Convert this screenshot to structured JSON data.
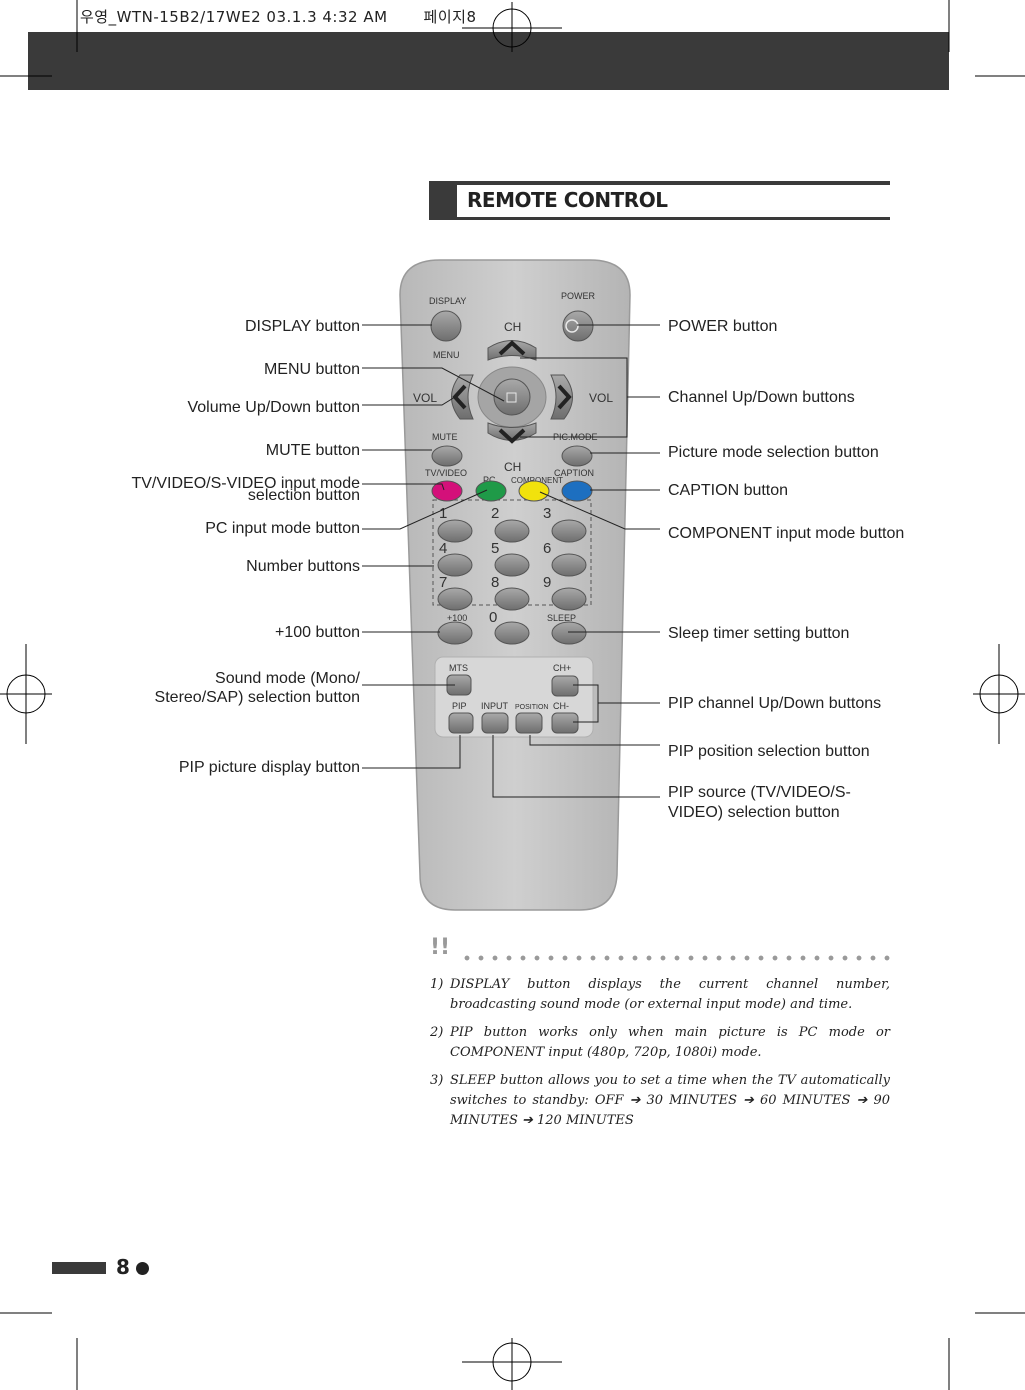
{
  "print_header": {
    "filename": "우영_WTN-15B2/17WE2 03.1.3 4:32 AM",
    "page": "페이지8"
  },
  "section": {
    "title": "REMOTE CONTROL"
  },
  "left_labels": [
    {
      "id": "display",
      "text": "DISPLAY button"
    },
    {
      "id": "menu",
      "text": "MENU button"
    },
    {
      "id": "volume",
      "text": "Volume Up/Down button"
    },
    {
      "id": "mute",
      "text": "MUTE button"
    },
    {
      "id": "tvvideo_1",
      "text": "TV/VIDEO/S-VIDEO input mode"
    },
    {
      "id": "tvvideo_2",
      "text": "selection button"
    },
    {
      "id": "pc",
      "text": "PC input mode button"
    },
    {
      "id": "number",
      "text": "Number buttons"
    },
    {
      "id": "plus100",
      "text": "+100 button"
    },
    {
      "id": "sound_1",
      "text": "Sound mode (Mono/"
    },
    {
      "id": "sound_2",
      "text": "Stereo/SAP) selection button"
    },
    {
      "id": "pip_display",
      "text": "PIP picture display button"
    }
  ],
  "right_labels": [
    {
      "id": "power",
      "text": "POWER button"
    },
    {
      "id": "channel",
      "text": "Channel Up/Down buttons"
    },
    {
      "id": "picmode",
      "text": "Picture mode selection button"
    },
    {
      "id": "caption",
      "text": "CAPTION button"
    },
    {
      "id": "component",
      "text": "COMPONENT input mode button"
    },
    {
      "id": "sleep",
      "text": "Sleep timer setting button"
    },
    {
      "id": "pip_channel",
      "text": "PIP channel Up/Down buttons"
    },
    {
      "id": "pip_position",
      "text": "PIP position selection button"
    },
    {
      "id": "pip_source_1",
      "text": "PIP source (TV/VIDEO/S-"
    },
    {
      "id": "pip_source_2",
      "text": "VIDEO) selection button"
    }
  ],
  "remote": {
    "display": "DISPLAY",
    "power": "POWER",
    "ch": "CH",
    "menu": "MENU",
    "vol": "VOL",
    "mute": "MUTE",
    "picmode": "PIC.MODE",
    "tvvideo": "TV/VIDEO",
    "pc": "PC",
    "component": "COMPONENT",
    "caption": "CAPTION",
    "numbers": [
      "1",
      "2",
      "3",
      "4",
      "5",
      "6",
      "7",
      "8",
      "9",
      "0"
    ],
    "plus100": "+100",
    "sleep": "SLEEP",
    "mts": "MTS",
    "chplus": "CH+",
    "chminus": "CH-",
    "pip": "PIP",
    "input": "INPUT",
    "position": "POSITION",
    "colors": {
      "body": "#c4c4c4",
      "tvvideo": "#d4107a",
      "pc": "#1f9a48",
      "component": "#f1e20d",
      "caption": "#1d6fc0"
    }
  },
  "notes_marker": "!!",
  "notes": [
    {
      "num": "1)",
      "text": "DISPLAY button displays the current channel number, broadcasting sound mode (or external input mode) and time."
    },
    {
      "num": "2)",
      "text": "PIP button works only when main picture is PC mode or COMPONENT input (480p, 720p, 1080i) mode."
    },
    {
      "num": "3)",
      "text": "SLEEP button allows you to set a time when the TV automatically switches to standby: OFF ➔ 30 MINUTES ➔ 60 MINUTES ➔ 90 MINUTES ➔ 120 MINUTES"
    }
  ],
  "page_number": "8"
}
